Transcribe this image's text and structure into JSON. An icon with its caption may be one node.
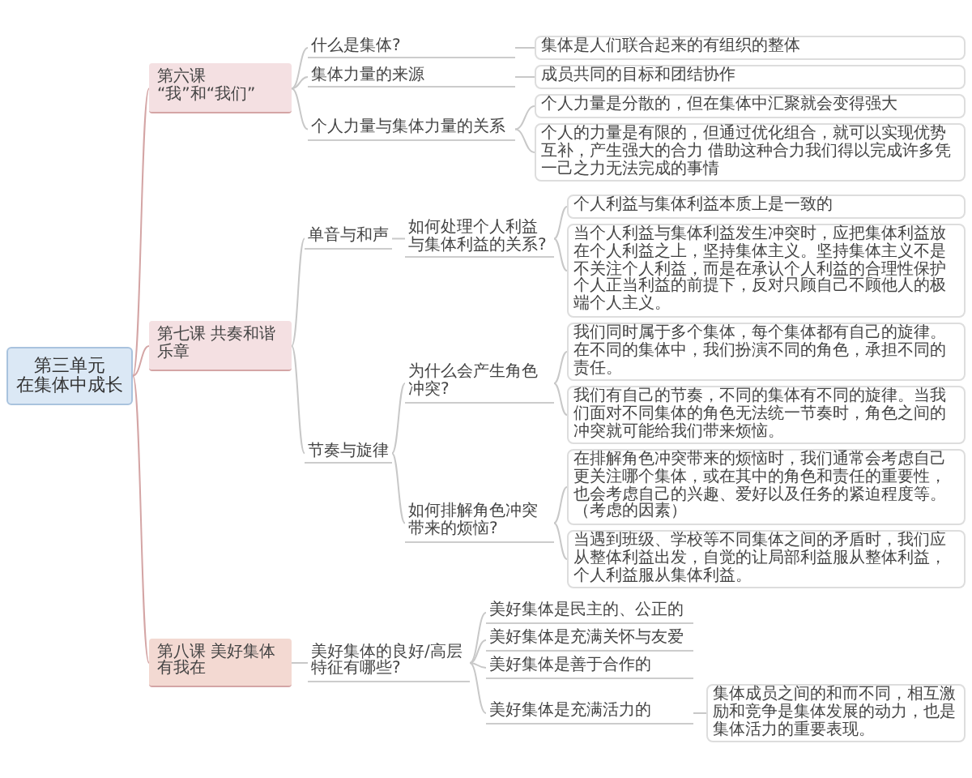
{
  "diagram": {
    "nodes": [
      {
        "text": [
          "第三单元",
          "在集体中成长"
        ]
      },
      {
        "text": [
          "第六课 “我”和“我们”"
        ]
      },
      {
        "text": [
          "什么是集体?"
        ]
      },
      {
        "text": [
          "集体是人们联合起来的有组织的整体"
        ]
      },
      {
        "text": [
          "集体力量的来源"
        ]
      },
      {
        "text": [
          "成员共同的目标和团结协作"
        ]
      },
      {
        "text": [
          "个人力量与集体力量的关系"
        ]
      },
      {
        "text": [
          "个人力量是分散的，但在集体中汇聚就会变得强大"
        ]
      },
      {
        "text": [
          "个人的力量是有限的，但通过优化组合，就可以实现优势互补，产生强大的合力 借助这种合力我们得以完成许多凭一己之力无法完成的事情"
        ]
      },
      {
        "text": [
          "第七课 共奏和谐乐章"
        ]
      },
      {
        "text": [
          "单音与和声"
        ]
      },
      {
        "text": [
          "如何处理个人利益与集体利益的关系?"
        ]
      },
      {
        "text": [
          "个人利益与集体利益本质上是一致的"
        ]
      },
      {
        "text": [
          "当个人利益与集体利益发生冲突时，应把集体利益放在个人利益之上，坚持集体主义。坚持集体主义不是不关注个人利益，而是在承认个人利益的合理性保护个人正当利益的前提下，反对只顾自己不顾他人的极端个人主义。"
        ]
      },
      {
        "text": [
          "节奏与旋律"
        ]
      },
      {
        "text": [
          "为什么会产生角色冲突?"
        ]
      },
      {
        "text": [
          "我们同时属于多个集体，每个集体都有自己的旋律。在不同的集体中，我们扮演不同的角色，承担不同的责任。"
        ]
      },
      {
        "text": [
          "我们有自己的节奏，不同的集体有不同的旋律。当我们面对不同集体的角色无法统一节奏时，角色之间的冲突就可能给我们带来烦恼。"
        ]
      },
      {
        "text": [
          "如何排解角色冲突带来的烦恼?"
        ]
      },
      {
        "text": [
          "在排解角色冲突带来的烦恼时，我们通常会考虑自己更关注哪个集体，或在其中的角色和责任的重要性，也会考虑自己的兴趣、爱好以及任务的紧迫程度等。（考虑的因素）"
        ]
      },
      {
        "text": [
          "当遇到班级、学校等不同集体之间的矛盾时，我们应从整体利益出发，自觉的让局部利益服从整体利益，个人利益服从集体利益。"
        ]
      },
      {
        "text": [
          "第八课 美好集体有我在"
        ]
      },
      {
        "text": [
          "美好集体的良好/高层特征有哪些?"
        ]
      },
      {
        "text": [
          "美好集体是民主的、公正的"
        ]
      },
      {
        "text": [
          "美好集体是充满关怀与友爱"
        ]
      },
      {
        "text": [
          "美好集体是善于合作的"
        ]
      },
      {
        "text": [
          "美好集体是充满活力的"
        ]
      },
      {
        "text": [
          "集体成员之间的和而不同，相互激励和竞争是集体发展的动力，也是集体活力的重要表现。"
        ]
      }
    ],
    "edges": [
      {
        "from": 0,
        "to": 1,
        "arrow": "none",
        "color": "#d4a5a5"
      },
      {
        "from": 1,
        "to": 2,
        "arrow": "none"
      },
      {
        "from": 2,
        "to": 3,
        "arrow": "none"
      },
      {
        "from": 1,
        "to": 4,
        "arrow": "none"
      },
      {
        "from": 4,
        "to": 5,
        "arrow": "none"
      },
      {
        "from": 1,
        "to": 6,
        "arrow": "none"
      },
      {
        "from": 6,
        "to": 7,
        "arrow": "none"
      },
      {
        "from": 6,
        "to": 8,
        "arrow": "none"
      },
      {
        "from": 0,
        "to": 9,
        "arrow": "none",
        "color": "#d4a5a5"
      },
      {
        "from": 9,
        "to": 10,
        "arrow": "none"
      },
      {
        "from": 10,
        "to": 11,
        "arrow": "none"
      },
      {
        "from": 11,
        "to": 12,
        "arrow": "none"
      },
      {
        "from": 11,
        "to": 13,
        "arrow": "none"
      },
      {
        "from": 9,
        "to": 14,
        "arrow": "none"
      },
      {
        "from": 14,
        "to": 15,
        "arrow": "none"
      },
      {
        "from": 15,
        "to": 16,
        "arrow": "none"
      },
      {
        "from": 15,
        "to": 17,
        "arrow": "none"
      },
      {
        "from": 14,
        "to": 18,
        "arrow": "none"
      },
      {
        "from": 18,
        "to": 19,
        "arrow": "none"
      },
      {
        "from": 18,
        "to": 20,
        "arrow": "none"
      },
      {
        "from": 0,
        "to": 21,
        "arrow": "none",
        "color": "#d4a5a5"
      },
      {
        "from": 21,
        "to": 22,
        "arrow": "none"
      },
      {
        "from": 22,
        "to": 23,
        "arrow": "none"
      },
      {
        "from": 22,
        "to": 24,
        "arrow": "none"
      },
      {
        "from": 22,
        "to": 25,
        "arrow": "none"
      },
      {
        "from": 22,
        "to": 26,
        "arrow": "none"
      },
      {
        "from": 26,
        "to": 27,
        "arrow": "none"
      }
    ]
  }
}
